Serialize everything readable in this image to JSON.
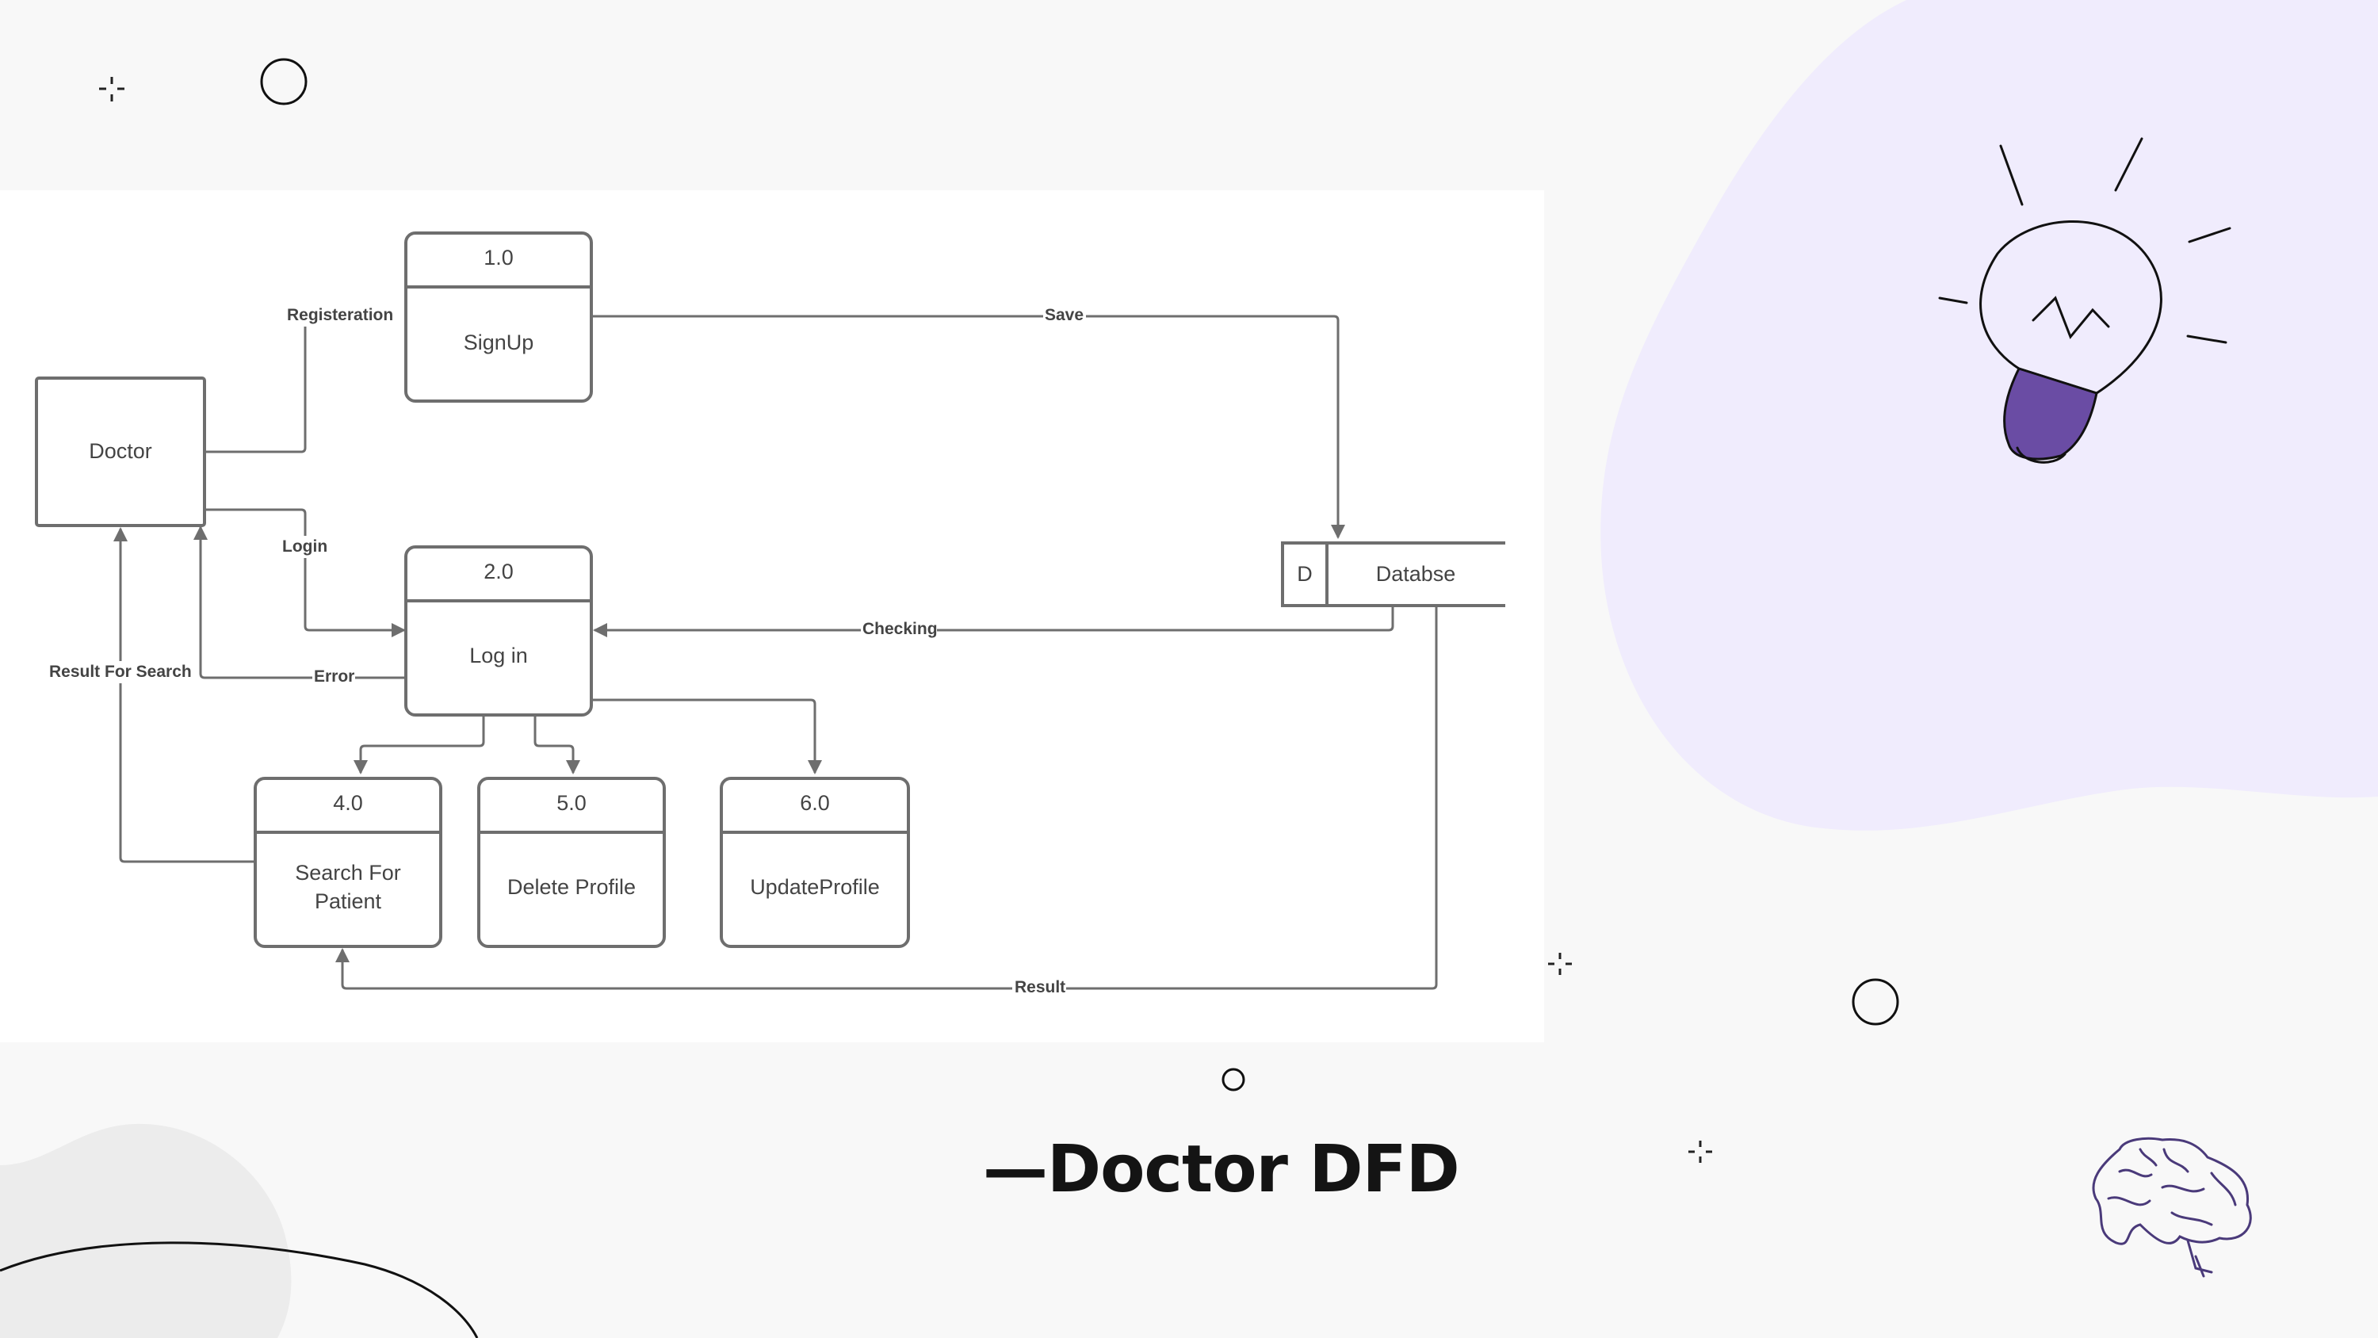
{
  "slide": {
    "title": "—Doctor DFD",
    "accent_color": "#6a4ca4",
    "blob_color": "#f0ecfd"
  },
  "diagram": {
    "external_entity": {
      "label": "Doctor"
    },
    "processes": [
      {
        "id": "1.0",
        "name": "SignUp"
      },
      {
        "id": "2.0",
        "name": "Log in"
      },
      {
        "id": "4.0",
        "name_line1": "Search For",
        "name_line2": "Patient"
      },
      {
        "id": "5.0",
        "name": "Delete Profile"
      },
      {
        "id": "6.0",
        "name": "UpdateProfile"
      }
    ],
    "data_store": {
      "id": "D",
      "name": "Databse"
    },
    "flows": {
      "registration": "Registeration",
      "save": "Save",
      "login": "Login",
      "checking": "Checking",
      "error": "Error",
      "result_for_search": "Result For Search",
      "result": "Result"
    }
  },
  "icons": [
    "sparkle-icon",
    "circle-icon",
    "lightbulb-icon",
    "brain-icon"
  ]
}
